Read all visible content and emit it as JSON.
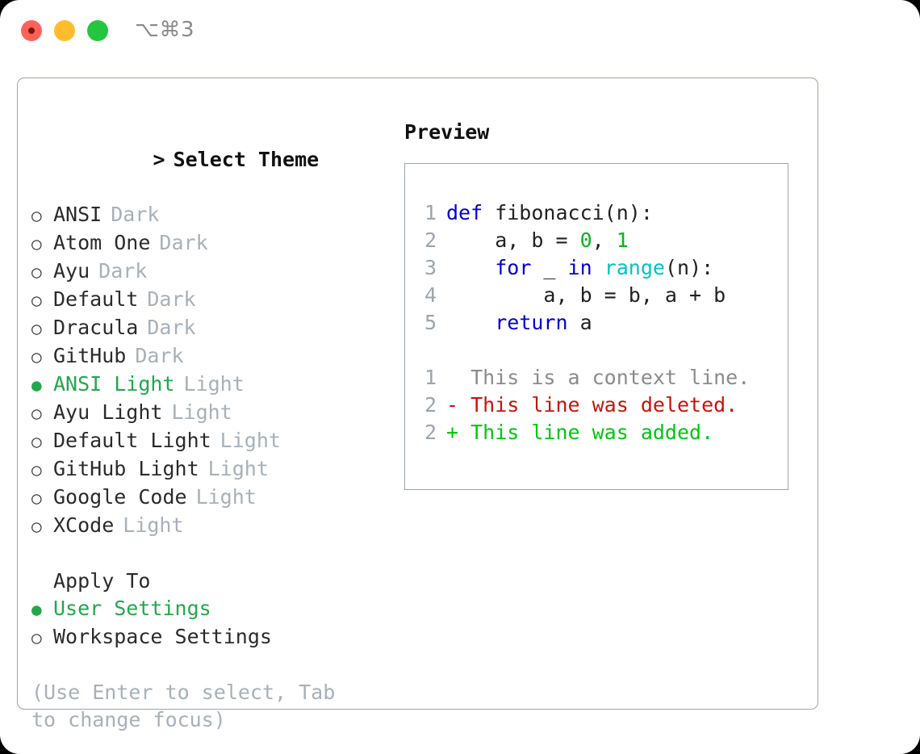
{
  "window": {
    "shortcut_label": "⌥⌘3",
    "traffic_lights": [
      {
        "name": "close",
        "color": "#ff6159"
      },
      {
        "name": "minimize",
        "color": "#ffbd2e"
      },
      {
        "name": "maximize",
        "color": "#25c63f"
      }
    ]
  },
  "theme_selector": {
    "heading": "> Select Theme",
    "caret": ">",
    "heading_text": "Select Theme",
    "marker_unselected": "○",
    "marker_selected": "●",
    "options": [
      {
        "label": "ANSI",
        "category": "Dark",
        "selected": false
      },
      {
        "label": "Atom One",
        "category": "Dark",
        "selected": false
      },
      {
        "label": "Ayu",
        "category": "Dark",
        "selected": false
      },
      {
        "label": "Default",
        "category": "Dark",
        "selected": false
      },
      {
        "label": "Dracula",
        "category": "Dark",
        "selected": false
      },
      {
        "label": "GitHub",
        "category": "Dark",
        "selected": false
      },
      {
        "label": "ANSI Light",
        "category": "Light",
        "selected": true
      },
      {
        "label": "Ayu Light",
        "category": "Light",
        "selected": false
      },
      {
        "label": "Default Light",
        "category": "Light",
        "selected": false
      },
      {
        "label": "GitHub Light",
        "category": "Light",
        "selected": false
      },
      {
        "label": "Google Code",
        "category": "Light",
        "selected": false
      },
      {
        "label": "XCode",
        "category": "Light",
        "selected": false
      }
    ]
  },
  "apply_to": {
    "section_label": "Apply To",
    "options": [
      {
        "label": "User Settings",
        "selected": true
      },
      {
        "label": "Workspace Settings",
        "selected": false
      }
    ]
  },
  "hint": {
    "text": "(Use Enter to select, Tab to change focus)"
  },
  "preview": {
    "title": "Preview",
    "code_lines": [
      {
        "num": "1",
        "tokens": [
          {
            "t": "def",
            "c": "kw"
          },
          {
            "t": " fibonacci(n):",
            "c": "txt"
          }
        ]
      },
      {
        "num": "2",
        "tokens": [
          {
            "t": "    a, b = ",
            "c": "txt"
          },
          {
            "t": "0",
            "c": "num"
          },
          {
            "t": ", ",
            "c": "txt"
          },
          {
            "t": "1",
            "c": "num"
          }
        ]
      },
      {
        "num": "3",
        "tokens": [
          {
            "t": "    ",
            "c": "txt"
          },
          {
            "t": "for",
            "c": "kw"
          },
          {
            "t": " _ ",
            "c": "txt"
          },
          {
            "t": "in",
            "c": "kw"
          },
          {
            "t": " ",
            "c": "txt"
          },
          {
            "t": "range",
            "c": "fn"
          },
          {
            "t": "(n):",
            "c": "txt"
          }
        ]
      },
      {
        "num": "4",
        "tokens": [
          {
            "t": "        a, b = b, a + b",
            "c": "txt"
          }
        ]
      },
      {
        "num": "5",
        "tokens": [
          {
            "t": "    ",
            "c": "txt"
          },
          {
            "t": "return",
            "c": "kw"
          },
          {
            "t": " a",
            "c": "txt"
          }
        ]
      }
    ],
    "diff_lines": [
      {
        "num": "1",
        "prefix": "  ",
        "text": "This is a context line.",
        "kind": "ctx"
      },
      {
        "num": "2",
        "prefix": "- ",
        "text": "This line was deleted.",
        "kind": "del"
      },
      {
        "num": "2",
        "prefix": "+ ",
        "text": "This line was added.",
        "kind": "add"
      }
    ]
  },
  "colors": {
    "selected_green": "#22a84a",
    "muted_gray": "#a7b0bb",
    "border": "#9aa5b1",
    "keyword_blue": "#0000d0",
    "function_cyan": "#00c4c4",
    "number_green": "#00b81a",
    "diff_delete_red": "#c81408",
    "diff_add_green": "#00c70f"
  }
}
